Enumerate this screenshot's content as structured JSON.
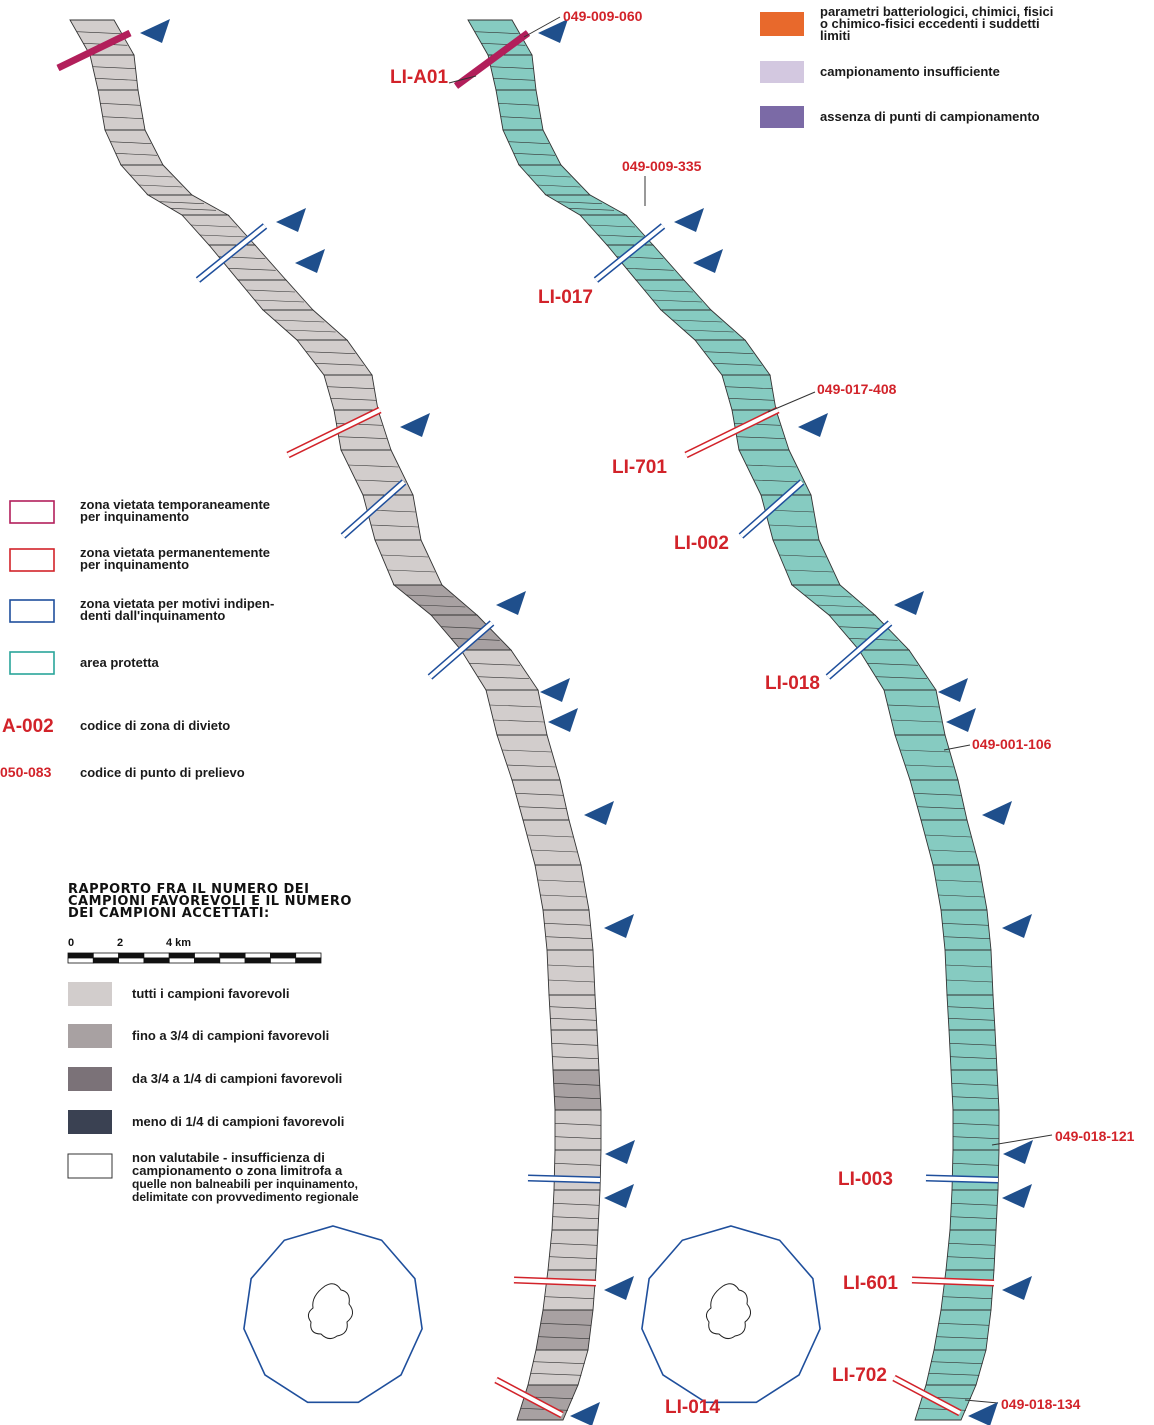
{
  "legend_top": [
    {
      "color": "#e8692c",
      "lines": [
        "parametri batteriologici, chimici, fisici",
        "o chimico-fisici eccedenti i suddetti",
        "limiti"
      ]
    },
    {
      "color": "#d3c8e0",
      "lines": [
        "campionamento insufficiente"
      ]
    },
    {
      "color": "#7b6aa6",
      "lines": [
        "assenza di punti di campionamento"
      ]
    }
  ],
  "legend_zones": [
    {
      "stroke": "#b21f5b",
      "lines": [
        "zona vietata temporaneamente",
        "per inquinamento"
      ]
    },
    {
      "stroke": "#d2232a",
      "lines": [
        "zona vietata permanentemente",
        "per inquinamento"
      ]
    },
    {
      "stroke": "#1f4f9c",
      "lines": [
        "zona vietata per motivi indipen-",
        "denti dall'inquinamento"
      ]
    },
    {
      "stroke": "#2aa59a",
      "lines": [
        "area protetta"
      ]
    }
  ],
  "legend_codes": [
    {
      "sample": "A-002",
      "text": "codice di zona di divieto"
    },
    {
      "sample": "050-083",
      "text": "codice di punto di prelievo"
    }
  ],
  "ratio_title": [
    "RAPPORTO FRA IL NUMERO DEI",
    "CAMPIONI FAVOREVOLI E IL NUMERO",
    "DEI CAMPIONI ACCETTATI:"
  ],
  "scale": {
    "ticks": [
      "0",
      "2",
      "4 km"
    ]
  },
  "legend_ratio": [
    {
      "color": "#d2cdcc",
      "lines": [
        "tutti i campioni favorevoli"
      ]
    },
    {
      "color": "#a8a1a2",
      "lines": [
        "fino a 3/4 di campioni favorevoli"
      ]
    },
    {
      "color": "#7b7278",
      "lines": [
        "da 3/4 a 1/4 di campioni favorevoli"
      ]
    },
    {
      "color": "#3a4152",
      "lines": [
        "meno di 1/4 di campioni favorevoli"
      ]
    },
    {
      "color": "#ffffff",
      "lines": [
        "non valutabile - insufficienza di",
        "campionamento o zona limitrofa a",
        "quelle non balneabili per inquinamento,",
        "delimitate con provvedimento regionale"
      ]
    }
  ],
  "zone_codes": [
    "LI-A01",
    "LI-017",
    "LI-701",
    "LI-002",
    "LI-018",
    "LI-003",
    "LI-601",
    "LI-702",
    "LI-014"
  ],
  "point_codes": [
    "049-009-060",
    "049-009-335",
    "049-017-408",
    "049-001-106",
    "049-018-121",
    "049-018-134"
  ],
  "colors": {
    "coast_grey": "#d2cdcc",
    "coast_green": "#86cbc1",
    "ban_red": "#d2232a",
    "ban_magenta": "#b21f5b",
    "ban_blue": "#1f4f9c",
    "marker": "#1f4f8c"
  }
}
